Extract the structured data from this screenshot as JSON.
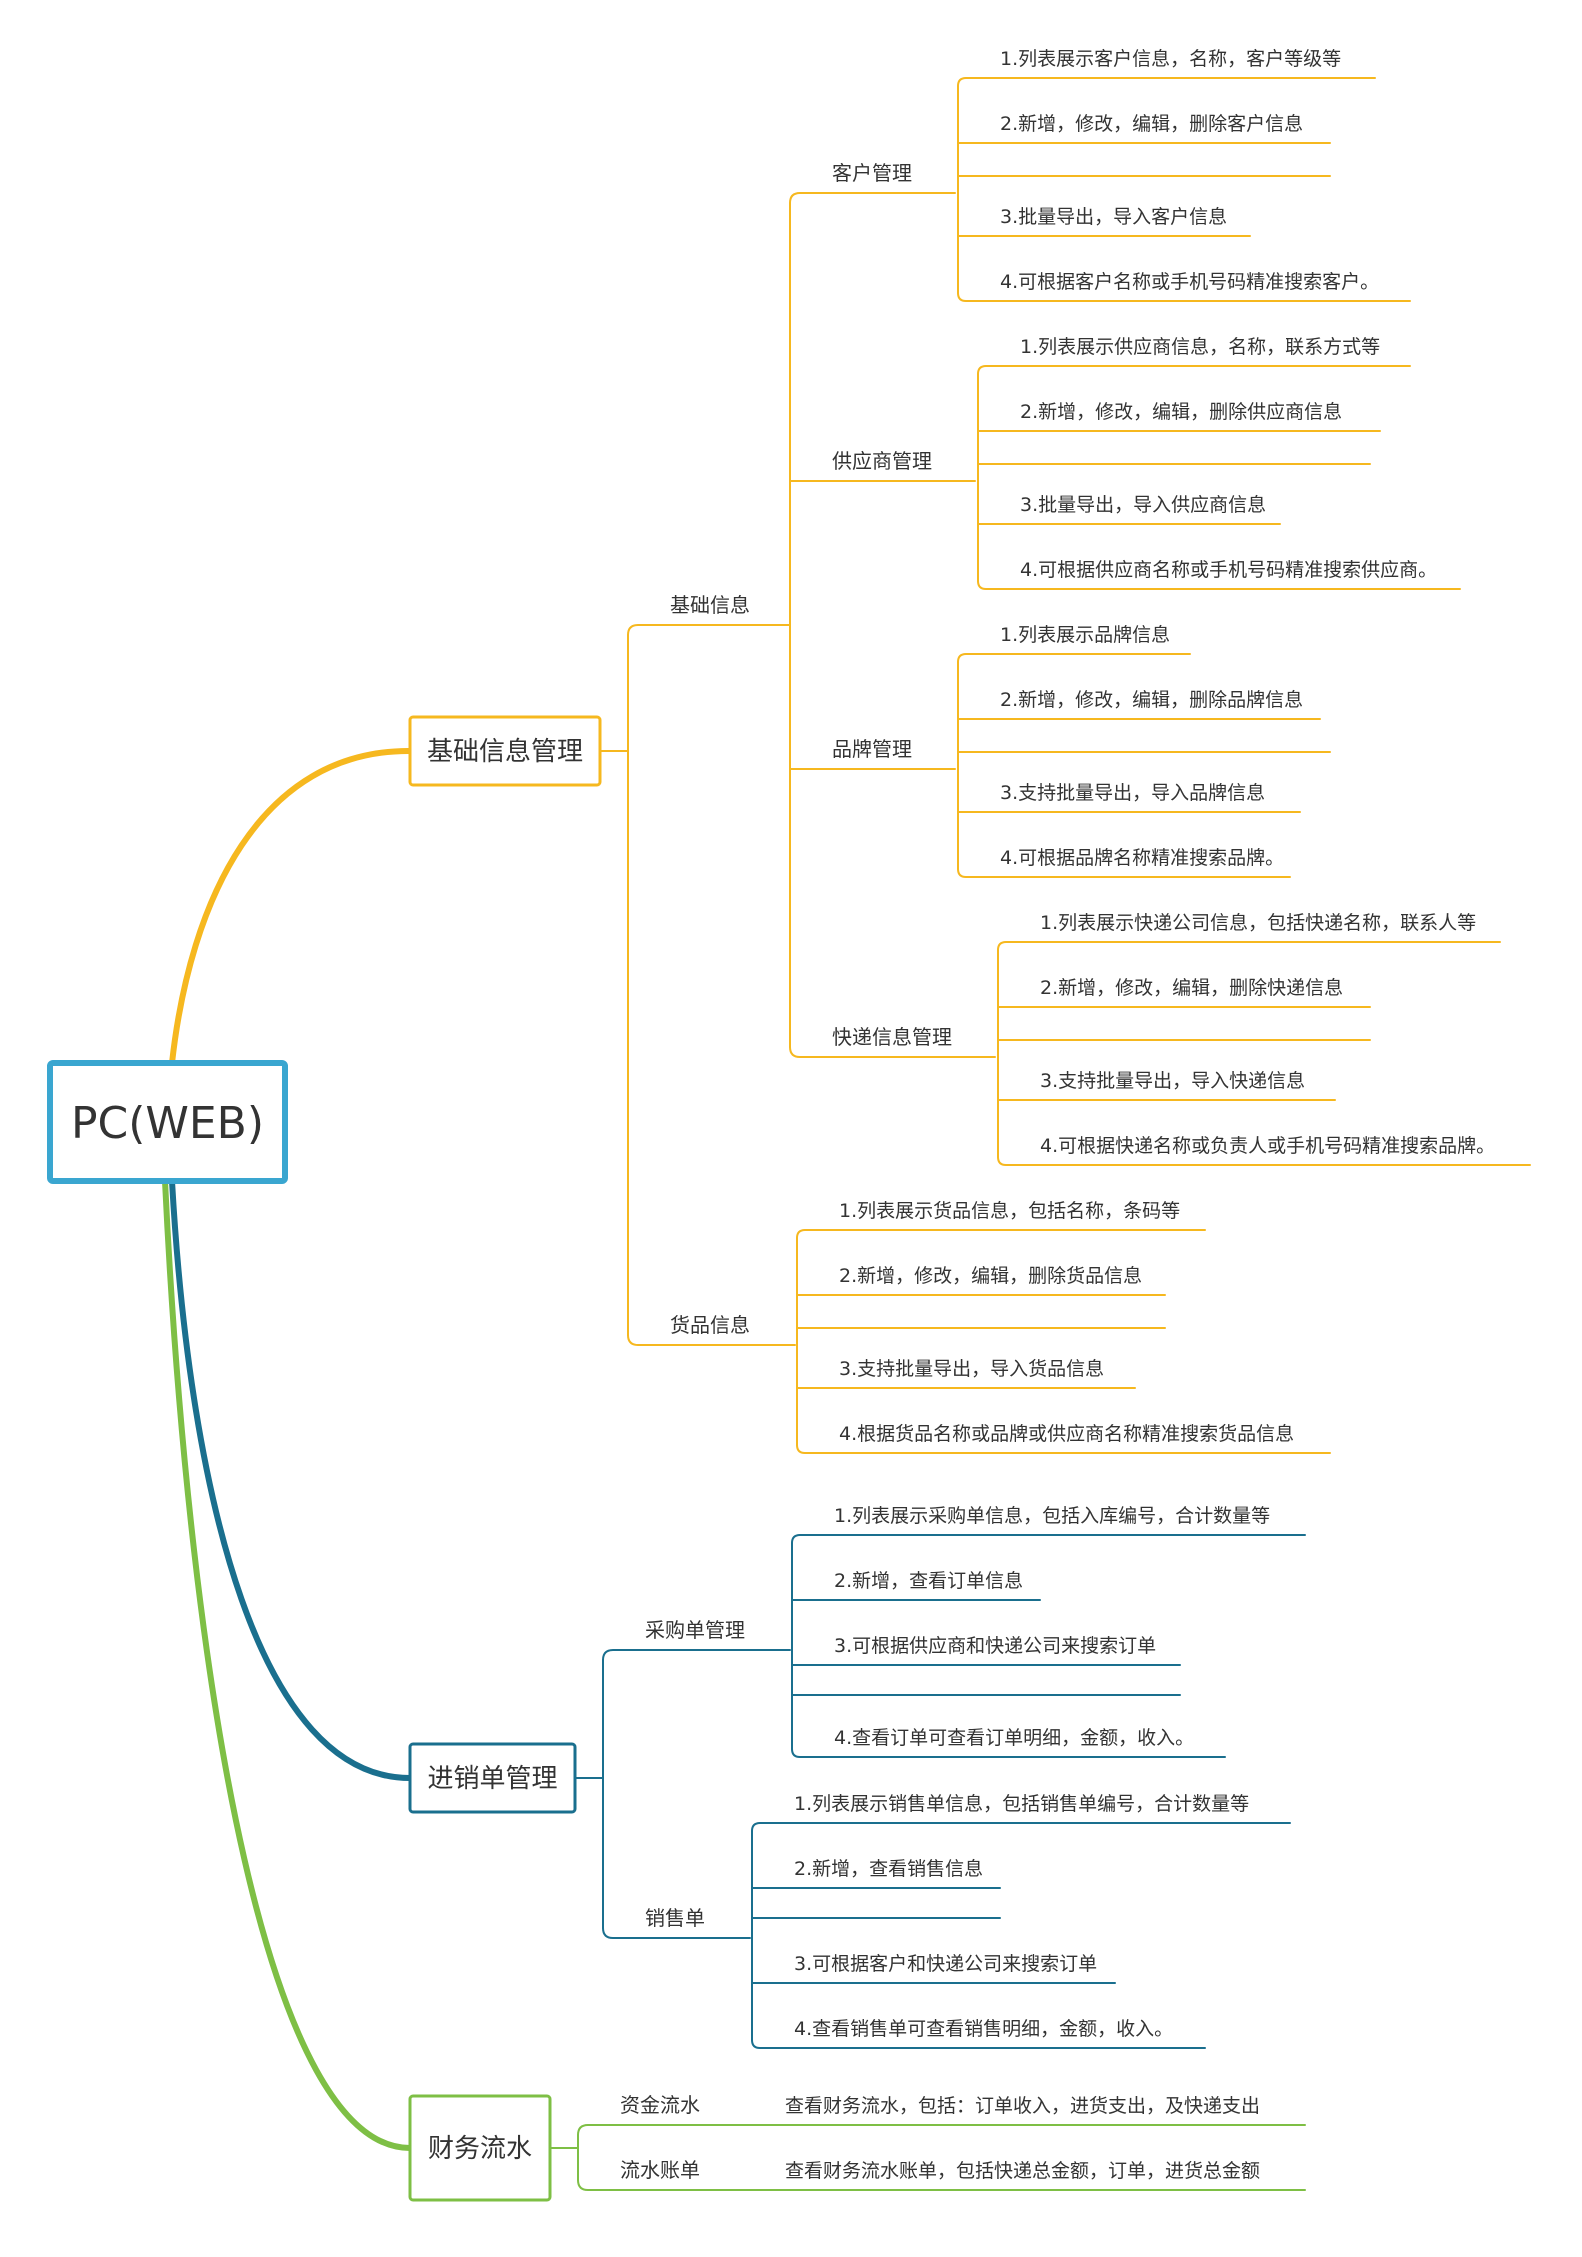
{
  "colors": {
    "root": "#3aa6d0",
    "basic": "#f6b81f",
    "trade": "#1a6f8e",
    "finance": "#7ebf45",
    "text": "#333333"
  },
  "root": {
    "label": "PC(WEB)"
  },
  "branches": [
    {
      "id": "basic",
      "label": "基础信息管理",
      "color_key": "basic",
      "groups": [
        {
          "label": "基础信息",
          "subgroups": [
            {
              "label": "客户管理",
              "items": [
                "1.列表展示客户信息，名称，客户等级等",
                "2.新增，修改，编辑，删除客户信息",
                "",
                "3.批量导出，导入客户信息",
                "4.可根据客户名称或手机号码精准搜索客户。"
              ]
            },
            {
              "label": "供应商管理",
              "items": [
                "1.列表展示供应商信息，名称，联系方式等",
                "2.新增，修改，编辑，删除供应商信息",
                "",
                "3.批量导出，导入供应商信息",
                "4.可根据供应商名称或手机号码精准搜索供应商。"
              ]
            },
            {
              "label": "品牌管理",
              "items": [
                "1.列表展示品牌信息",
                "2.新增，修改，编辑，删除品牌信息",
                "",
                "3.支持批量导出，导入品牌信息",
                "4.可根据品牌名称精准搜索品牌。"
              ]
            },
            {
              "label": "快递信息管理",
              "items": [
                "1.列表展示快递公司信息，包括快递名称，联系人等",
                "2.新增，修改，编辑，删除快递信息",
                "",
                "3.支持批量导出，导入快递信息",
                "4.可根据快递名称或负责人或手机号码精准搜索品牌。"
              ]
            }
          ]
        },
        {
          "label": "货品信息",
          "items": [
            "1.列表展示货品信息，包括名称，条码等",
            "2.新增，修改，编辑，删除货品信息",
            "",
            "3.支持批量导出，导入货品信息",
            "4.根据货品名称或品牌或供应商名称精准搜索货品信息"
          ]
        }
      ]
    },
    {
      "id": "trade",
      "label": "进销单管理",
      "color_key": "trade",
      "groups": [
        {
          "label": "采购单管理",
          "items": [
            "1.列表展示采购单信息，包括入库编号，合计数量等",
            "2.新增，查看订单信息",
            "3.可根据供应商和快递公司来搜索订单",
            "",
            "4.查看订单可查看订单明细，金额，收入。"
          ]
        },
        {
          "label": "销售单",
          "items": [
            "1.列表展示销售单信息，包括销售单编号，合计数量等",
            "2.新增，查看销售信息",
            "",
            "3.可根据客户和快递公司来搜索订单",
            "4.查看销售单可查看销售明细，金额，收入。"
          ]
        }
      ]
    },
    {
      "id": "finance",
      "label": "财务流水",
      "color_key": "finance",
      "groups": [
        {
          "label": "资金流水",
          "detail": "查看财务流水，包括：订单收入，进货支出，及快递支出"
        },
        {
          "label": "流水账单",
          "detail": "查看财务流水账单，包括快递总金额，订单，进货总金额"
        }
      ]
    }
  ]
}
